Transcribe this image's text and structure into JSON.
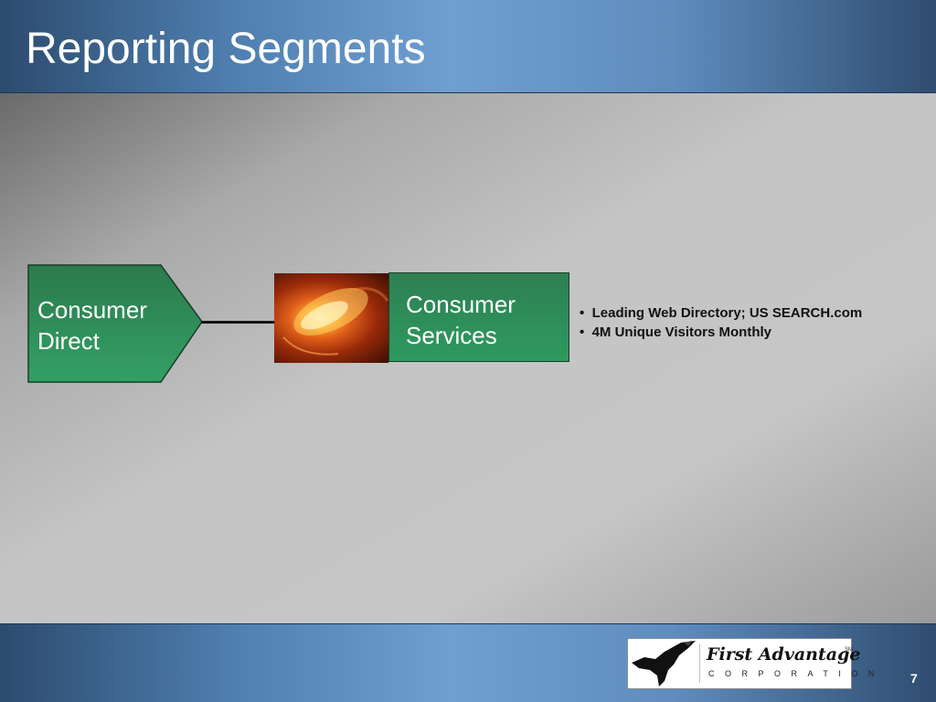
{
  "slide": {
    "title": "Reporting Segments",
    "page_number": "7"
  },
  "diagram": {
    "segment": {
      "line1": "Consumer",
      "line2": "Direct",
      "fill": "#2e8a57"
    },
    "unit": {
      "line1": "Consumer",
      "line2": "Services",
      "fill": "#2d9a5f"
    },
    "bullets": [
      "Leading Web Directory; US SEARCH.com",
      "4M Unique Visitors Monthly"
    ]
  },
  "logo": {
    "name": "First Advantage",
    "mark": "SM",
    "subtitle": "CORPORATION",
    "icon": "eagle-icon"
  },
  "colors": {
    "header_blue": "#4f7fb0",
    "box_green": "#2d9a5f"
  }
}
